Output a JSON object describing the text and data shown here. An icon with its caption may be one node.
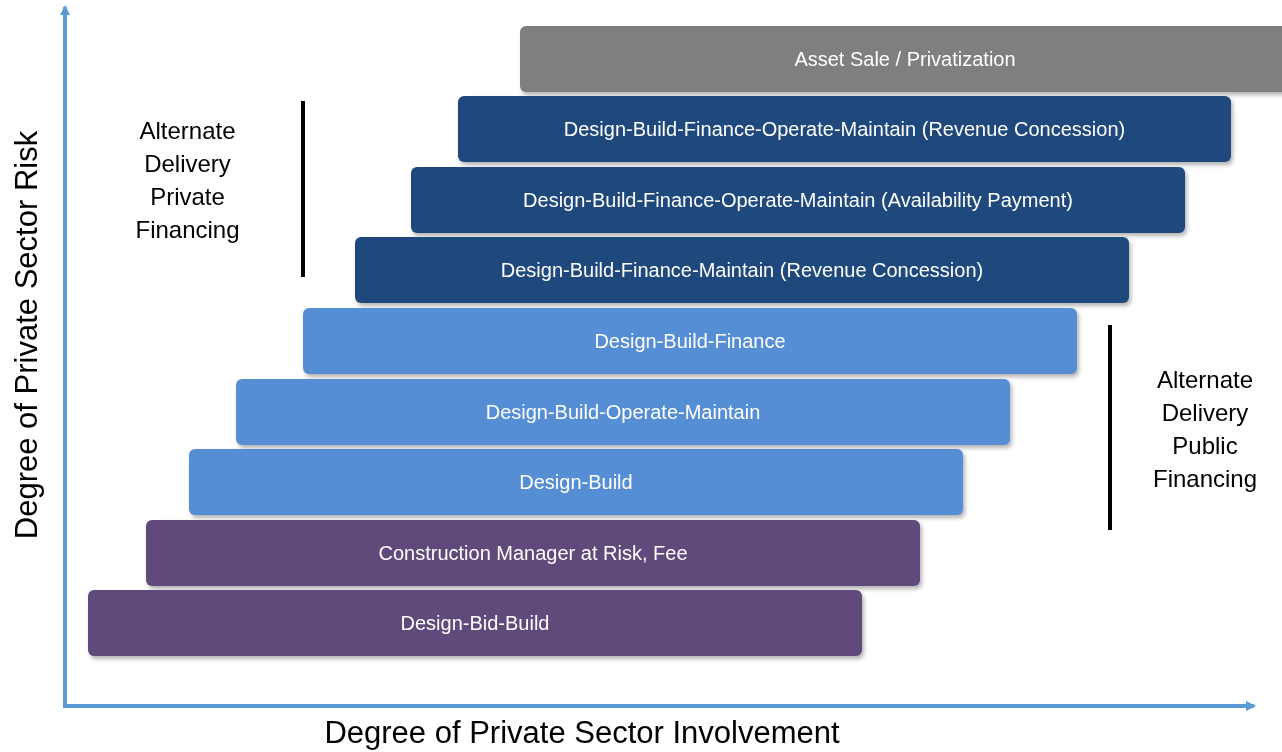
{
  "diagram": {
    "nodes": [
      {
        "text": [
          "Asset Sale / Privatization"
        ]
      },
      {
        "text": [
          "Design-Build-Finance-Operate-Maintain (Revenue Concession)"
        ]
      },
      {
        "text": [
          "Design-Build-Finance-Operate-Maintain (Availability Payment)"
        ]
      },
      {
        "text": [
          "Design-Build-Finance-Maintain (Revenue Concession)"
        ]
      },
      {
        "text": [
          "Design-Build-Finance"
        ]
      },
      {
        "text": [
          "Design-Build-Operate-Maintain"
        ]
      },
      {
        "text": [
          "Design-Build"
        ]
      },
      {
        "text": [
          "Construction Manager at Risk, Fee"
        ]
      },
      {
        "text": [
          "Design-Bid-Build"
        ]
      }
    ],
    "edges": [],
    "labels": [
      "Alternate Delivery Private Financing",
      "Alternate Delivery Public Financing",
      "Degree of Private Sector Risk",
      "Degree of Private Sector Involvement"
    ]
  }
}
